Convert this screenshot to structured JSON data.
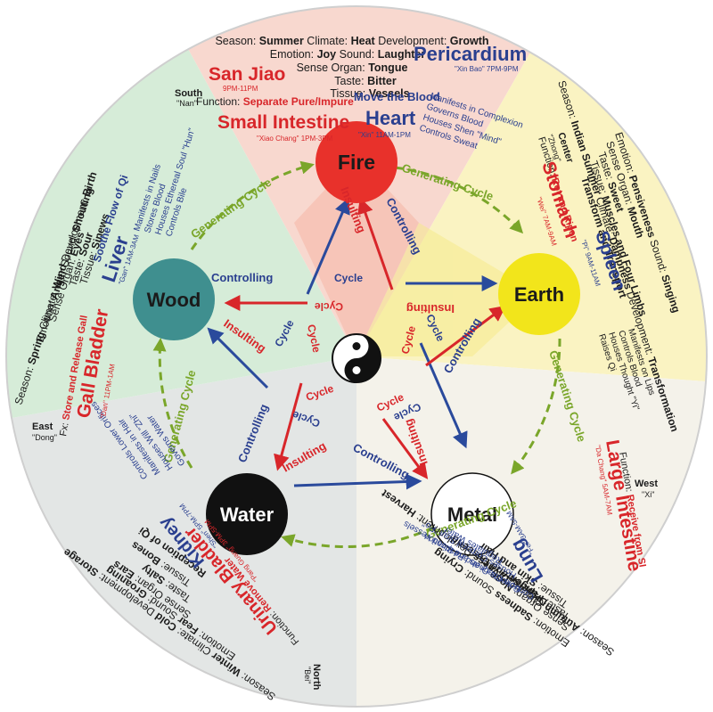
{
  "colors": {
    "fire": "#e8312b",
    "earth": "#f2e51b",
    "wood": "#3f8f8f",
    "water": "#111111",
    "metal": "#ffffff",
    "sector_fire": "#f8d8cf",
    "sector_earth": "#faf3c2",
    "sector_metal": "#f4f2ea",
    "sector_water": "#e3e6e5",
    "sector_wood": "#d6ecd8",
    "generating": "#7aa62a",
    "controlling": "#2a4a9c",
    "insulting": "#d8262a"
  },
  "elements": {
    "fire": "Fire",
    "earth": "Earth",
    "metal": "Metal",
    "water": "Water",
    "wood": "Wood"
  },
  "cycles": {
    "generating": "Generating Cycle",
    "controlling": "Controlling",
    "insulting": "Insulting",
    "cycle": "Cycle"
  },
  "fire": {
    "line1_a": "Season: ",
    "line1_b": "Summer",
    "line1_c": " Climate: ",
    "line1_d": "Heat",
    "line1_e": " Development: ",
    "line1_f": "Growth",
    "line2_a": "Emotion: ",
    "line2_b": "Joy",
    "line2_c": " Sound: ",
    "line2_d": "Laughter",
    "line3_a": "Sense Organ: ",
    "line3_b": "Tongue",
    "line4_a": "Taste: ",
    "line4_b": "Bitter",
    "line5_a": "Tissue: ",
    "line5_b": "Vessels",
    "direction": "South",
    "dir_pinyin": "\"Nan\"",
    "san_jiao": "San Jiao",
    "san_jiao_time": "9PM-11PM",
    "function_a": "Function: ",
    "function_b": "Separate Pure/Impure",
    "small_intestine": "Small Intestine",
    "small_intestine_sub": "\"Xiao Chang\" 1PM-3PM",
    "pericardium": "Pericardium",
    "pericardium_sub": "\"Xin Bao\" 7PM-9PM",
    "move_blood": "Move the Blood",
    "heart": "Heart",
    "heart_sub": "\"Xin\" 11AM-1PM",
    "heart_notes": [
      "Manifests in Complexion",
      "Governs Blood",
      "Houses Shen \"Mind\"",
      "Controls Sweat"
    ]
  },
  "earth": {
    "line1_a": "Season: ",
    "line1_b": "Indian Summer",
    "line1_c": " Climate: ",
    "line1_d": "Dampness",
    "line1_e": " Development: ",
    "line1_f": "Transformation",
    "line2_a": "Emotion: ",
    "line2_b": "Pensiveness",
    "line2_c": " Sound: ",
    "line2_d": "Singing",
    "line3_a": "Sense Organ: ",
    "line3_b": "Mouth",
    "line4_a": "Taste: ",
    "line4_b": "Sweet",
    "line5_a": "Tissue: ",
    "line5_b": "Muscles and Four Limbs",
    "line6": "Transform and Transport",
    "direction": "Center",
    "dir_pinyin": "\"Zhong\"",
    "function_a": "Function: ",
    "function_b": "Rot and Ripen",
    "stomach": "Stomach",
    "stomach_sub": "\"Wei\" 7AM-9AM",
    "spleen": "Spleen",
    "spleen_sub": "\"Pi\" 9AM-11AM",
    "spleen_notes": [
      "Manifests on Lips",
      "Controls Blood",
      "Houses Thought \"Yi\"",
      "Raises Qi"
    ]
  },
  "metal": {
    "line1_a": "Season: ",
    "line1_b": "Autumn",
    "line1_c": " Climate: ",
    "line1_d": "Dryness",
    "line1_e": " Development: ",
    "line1_f": "Harvest",
    "line2_a": "Emotion: ",
    "line2_b": "Sadness",
    "line2_c": " Sound: ",
    "line2_d": "Crying",
    "line3_a": "Sense Organ: ",
    "line3_b": "Nose",
    "line4_a": "Taste: ",
    "line4_b": "Pungent",
    "line5_a": "Tissue: ",
    "line5_b": "Skin and Hair",
    "line6": "Disperse and Descend",
    "direction": "West",
    "dir_pinyin": "\"Xi\"",
    "large_intestine": "Large Intestine",
    "large_intestine_sub": "\"Da Chang\" 5AM-7AM",
    "function_a": "Function: ",
    "function_b": "Receive from SI",
    "lung": "Lung",
    "lung_sub": "\"Fei\" 3AM-5AM",
    "lung_notes": [
      "Regulates Water",
      "Houses Corporal Soul \"Po\"",
      "Governs Qi and Respiration",
      "Controls Channels and Blood Vessels"
    ]
  },
  "water": {
    "line1_a": "Season: ",
    "line1_b": "Winter",
    "line1_c": " Climate: ",
    "line1_d": "Cold",
    "line1_e": " Development: ",
    "line1_f": "Storage",
    "line2_a": "Emotion: ",
    "line2_b": "Fear",
    "line2_c": " Sound: ",
    "line2_d": "Groaning",
    "line3_a": "Sense Organ: ",
    "line3_b": "Ears",
    "line4_a": "Taste: ",
    "line4_b": "Salty",
    "line5_a": "Tissue: ",
    "line5_b": "Bones",
    "line6": "Reception of Qi",
    "direction": "North",
    "dir_pinyin": "\"Bei\"",
    "urinary_bladder": "Urinary Bladder",
    "urinary_bladder_sub": "\"Pang Guang\" 3PM-5PM",
    "function_a": "Function: ",
    "function_b": "Remove Water",
    "kidney": "Kidney",
    "kidney_sub": "\"Shen\" 5PM-7PM",
    "kidney_notes": [
      "Governs Water",
      "Houses Will \"Zhi\"",
      "Manifests in Hair",
      "Controls Lower Orifices"
    ]
  },
  "wood": {
    "line1_a": "Season: ",
    "line1_b": "Spring",
    "line1_c": " Climate: ",
    "line1_d": "Wind",
    "line1_e": " Development: ",
    "line1_f": "Birth",
    "line2_a": "Emotion: ",
    "line2_b": "Anger",
    "line2_c": " Sound: ",
    "line2_d": "Shouting",
    "line3_a": "Sense Organ: ",
    "line3_b": "Eyes",
    "line4_a": "Taste: ",
    "line4_b": "Sour",
    "line5_a": "Tissue: ",
    "line5_b": "Sinews",
    "line6": "Soothe Flow of Qi",
    "direction": "East",
    "dir_pinyin": "\"Dong\"",
    "liver": "Liver",
    "liver_sub": "\"Gan\" 1AM-3AM",
    "liver_notes": [
      "Manifests in Nails",
      "Stores Blood",
      "Houses Ethereal Soul \"Hun\"",
      "Controls Bile"
    ],
    "gall_bladder": "Gall Bladder",
    "gall_bladder_sub": "\"Dan\" 11PM-1AM",
    "function_a": "Fx: ",
    "function_b": "Store and Release Gall"
  }
}
